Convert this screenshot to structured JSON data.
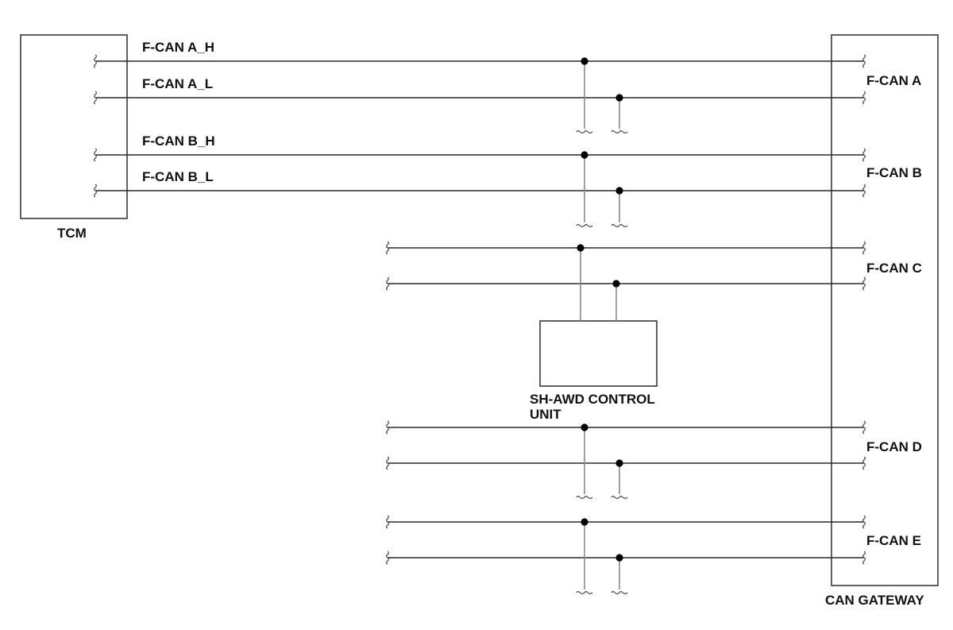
{
  "labels": {
    "tcm": "TCM",
    "gateway": "CAN GATEWAY",
    "shawd_line1": "SH-AWD CONTROL",
    "shawd_line2": "UNIT",
    "wire_a_h": "F-CAN A_H",
    "wire_a_l": "F-CAN A_L",
    "wire_b_h": "F-CAN B_H",
    "wire_b_l": "F-CAN B_L",
    "bus_a": "F-CAN A",
    "bus_b": "F-CAN B",
    "bus_c": "F-CAN C",
    "bus_d": "F-CAN D",
    "bus_e": "F-CAN E"
  },
  "colors": {
    "line": "#2a2a2a",
    "stub": "#8a8a8a",
    "dot": "#000000",
    "text": "#111111"
  }
}
